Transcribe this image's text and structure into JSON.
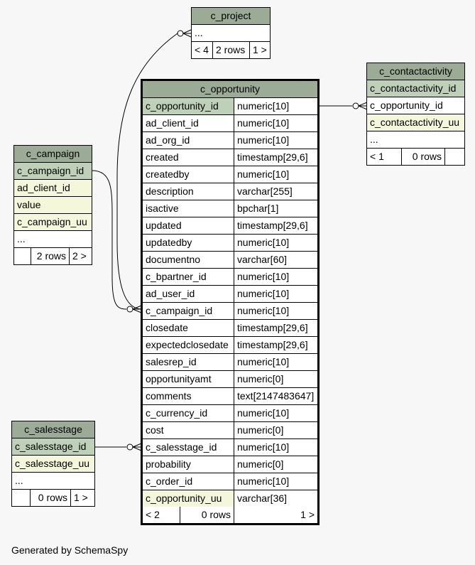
{
  "tables": {
    "c_project": {
      "name": "c_project",
      "rows": [
        "..."
      ],
      "footer": [
        "< 4",
        "2 rows",
        "1 >"
      ]
    },
    "c_contactactivity": {
      "name": "c_contactactivity",
      "rows": [
        "c_contactactivity_id",
        "c_opportunity_id",
        "c_contactactivity_uu",
        "..."
      ],
      "footer": [
        "< 1",
        "0 rows",
        ""
      ]
    },
    "c_campaign": {
      "name": "c_campaign",
      "rows": [
        "c_campaign_id",
        "ad_client_id",
        "value",
        "c_campaign_uu",
        "..."
      ],
      "footer": [
        "",
        "2 rows",
        "2 >"
      ]
    },
    "c_salesstage": {
      "name": "c_salesstage",
      "rows": [
        "c_salesstage_id",
        "c_salesstage_uu",
        "..."
      ],
      "footer": [
        "",
        "0 rows",
        "1 >"
      ]
    },
    "c_opportunity": {
      "name": "c_opportunity",
      "columns": [
        {
          "name": "c_opportunity_id",
          "type": "numeric[10]"
        },
        {
          "name": "ad_client_id",
          "type": "numeric[10]"
        },
        {
          "name": "ad_org_id",
          "type": "numeric[10]"
        },
        {
          "name": "created",
          "type": "timestamp[29,6]"
        },
        {
          "name": "createdby",
          "type": "numeric[10]"
        },
        {
          "name": "description",
          "type": "varchar[255]"
        },
        {
          "name": "isactive",
          "type": "bpchar[1]"
        },
        {
          "name": "updated",
          "type": "timestamp[29,6]"
        },
        {
          "name": "updatedby",
          "type": "numeric[10]"
        },
        {
          "name": "documentno",
          "type": "varchar[60]"
        },
        {
          "name": "c_bpartner_id",
          "type": "numeric[10]"
        },
        {
          "name": "ad_user_id",
          "type": "numeric[10]"
        },
        {
          "name": "c_campaign_id",
          "type": "numeric[10]"
        },
        {
          "name": "closedate",
          "type": "timestamp[29,6]"
        },
        {
          "name": "expectedclosedate",
          "type": "timestamp[29,6]"
        },
        {
          "name": "salesrep_id",
          "type": "numeric[10]"
        },
        {
          "name": "opportunityamt",
          "type": "numeric[0]"
        },
        {
          "name": "comments",
          "type": "text[2147483647]"
        },
        {
          "name": "c_currency_id",
          "type": "numeric[10]"
        },
        {
          "name": "cost",
          "type": "numeric[0]"
        },
        {
          "name": "c_salesstage_id",
          "type": "numeric[10]"
        },
        {
          "name": "probability",
          "type": "numeric[0]"
        },
        {
          "name": "c_order_id",
          "type": "numeric[10]"
        },
        {
          "name": "c_opportunity_uu",
          "type": "varchar[36]"
        }
      ],
      "footer": [
        "< 2",
        "0 rows",
        "1 >"
      ]
    }
  },
  "generated_by": "Generated by SchemaSpy"
}
